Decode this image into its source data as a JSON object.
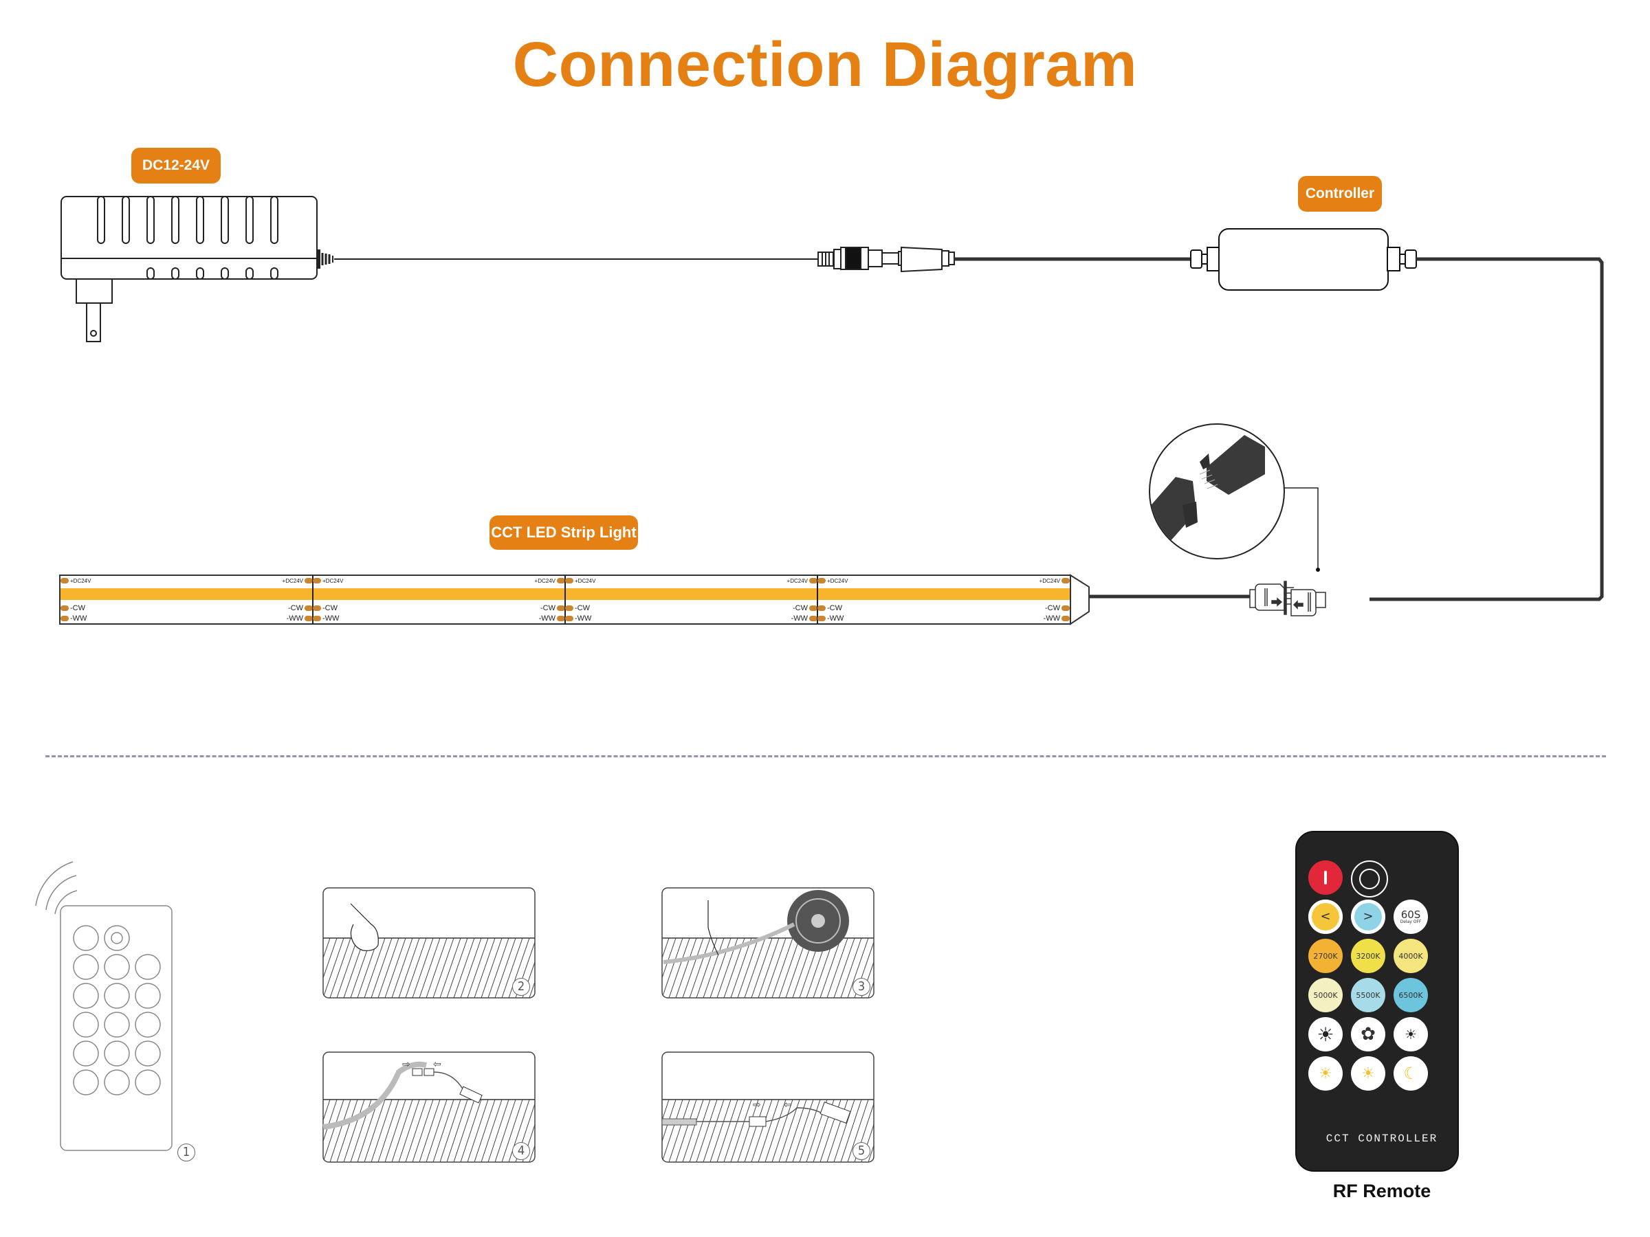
{
  "title": "Connection Diagram",
  "labels": {
    "power": "DC12-24V",
    "controller": "Controller",
    "strip": "CCT LED Strip Light",
    "remote": "RF Remote"
  },
  "strip": {
    "segments": 4,
    "pad_labels": {
      "positive": "+DC24V",
      "cw": "-CW",
      "ww": "-WW"
    },
    "colors": {
      "led_band": "#f6b52c",
      "pad": "#c98530"
    }
  },
  "steps": [
    {
      "number": "1",
      "description": "RF remote"
    },
    {
      "number": "2",
      "description": "Clean surface"
    },
    {
      "number": "3",
      "description": "Peel and stick strip"
    },
    {
      "number": "4",
      "description": "Connect strip to controller"
    },
    {
      "number": "5",
      "description": "Plug in power supply"
    }
  ],
  "remote": {
    "brand_text": "CCT CONTROLLER",
    "buttons": [
      {
        "id": "power",
        "label": "",
        "icon": "power-icon",
        "bg": "#e2273a"
      },
      {
        "id": "ring",
        "label": "",
        "icon": "ring-icon",
        "bg": "#232323"
      },
      {
        "id": "warmer",
        "label": "<",
        "icon": "chevron-left-icon",
        "bg": "#f5c63a"
      },
      {
        "id": "cooler",
        "label": ">",
        "icon": "chevron-right-icon",
        "bg": "#8fd3e6"
      },
      {
        "id": "delay",
        "label": "60S",
        "sublabel": "Delay OFF",
        "icon": "",
        "bg": "#ffffff"
      },
      {
        "id": "k2700",
        "label": "2700K",
        "icon": "",
        "bg": "#f3b233"
      },
      {
        "id": "k3200",
        "label": "3200K",
        "icon": "",
        "bg": "#efe04a"
      },
      {
        "id": "k4000",
        "label": "4000K",
        "icon": "",
        "bg": "#f4e57e"
      },
      {
        "id": "k5000",
        "label": "5000K",
        "icon": "",
        "bg": "#f5f0c2"
      },
      {
        "id": "k5500",
        "label": "5500K",
        "icon": "",
        "bg": "#a8dbe8"
      },
      {
        "id": "k6500",
        "label": "6500K",
        "icon": "",
        "bg": "#6cc5dc"
      },
      {
        "id": "bright_up",
        "label": "",
        "icon": "sun-large-icon",
        "bg": "#ffffff"
      },
      {
        "id": "mode",
        "label": "",
        "icon": "film-reel-icon",
        "bg": "#ffffff"
      },
      {
        "id": "bright_down",
        "label": "",
        "icon": "sun-small-icon",
        "bg": "#ffffff"
      },
      {
        "id": "sunrise",
        "label": "",
        "icon": "sunrise-icon",
        "bg": "#ffffff"
      },
      {
        "id": "sunset",
        "label": "",
        "icon": "sunset-icon",
        "bg": "#ffffff"
      },
      {
        "id": "night",
        "label": "",
        "icon": "moon-icon",
        "bg": "#ffffff"
      }
    ]
  },
  "colors": {
    "accent": "#e58114",
    "remote_body": "#232323",
    "divider": "#9b8fb5"
  }
}
